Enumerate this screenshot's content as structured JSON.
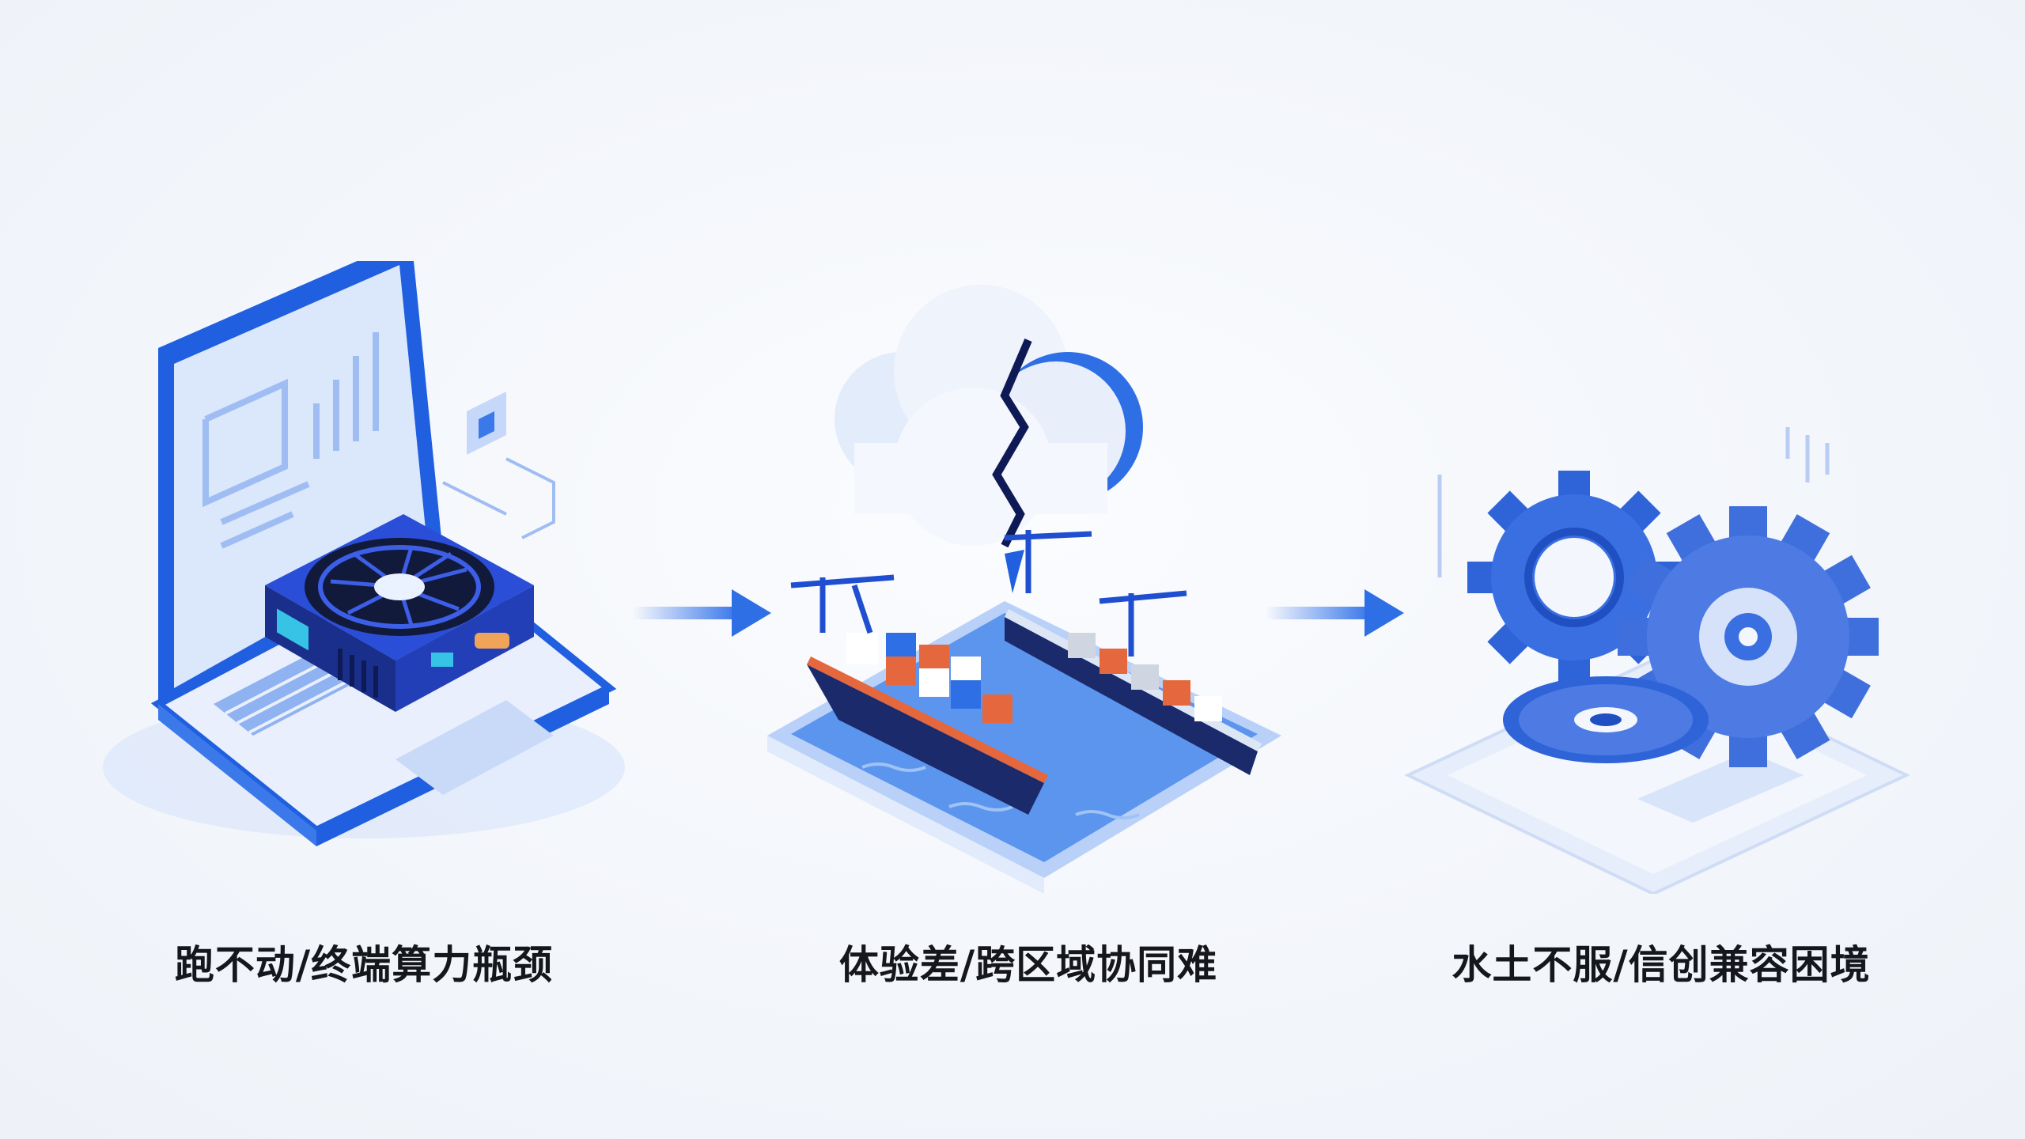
{
  "panels": [
    {
      "caption": "跑不动/终端算力瓶颈",
      "illustration": "laptop-with-processor-icon"
    },
    {
      "caption": "体验差/跨区域协同难",
      "illustration": "cloud-lightning-ships-icon"
    },
    {
      "caption": "水土不服/信创兼容困境",
      "illustration": "gears-icon"
    }
  ],
  "colors": {
    "primary_blue": "#1f5fe0",
    "light_blue": "#cfe0fb",
    "navy": "#1b2a6b",
    "orange": "#e5673d",
    "text": "#15171c"
  }
}
